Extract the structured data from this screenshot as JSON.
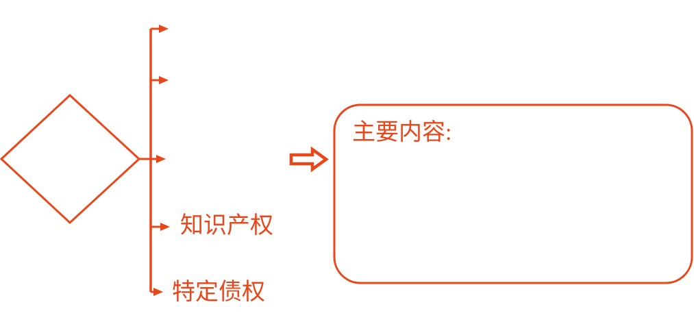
{
  "colors": {
    "accent": "#E8471A",
    "background": "#FFFFFF"
  },
  "diagram": {
    "diamond": {
      "label": ""
    },
    "branches": [
      {
        "label": ""
      },
      {
        "label": ""
      },
      {
        "label": ""
      },
      {
        "label": "知识产权"
      },
      {
        "label": "特定债权"
      }
    ],
    "content_box": {
      "title": "主要内容:"
    }
  }
}
